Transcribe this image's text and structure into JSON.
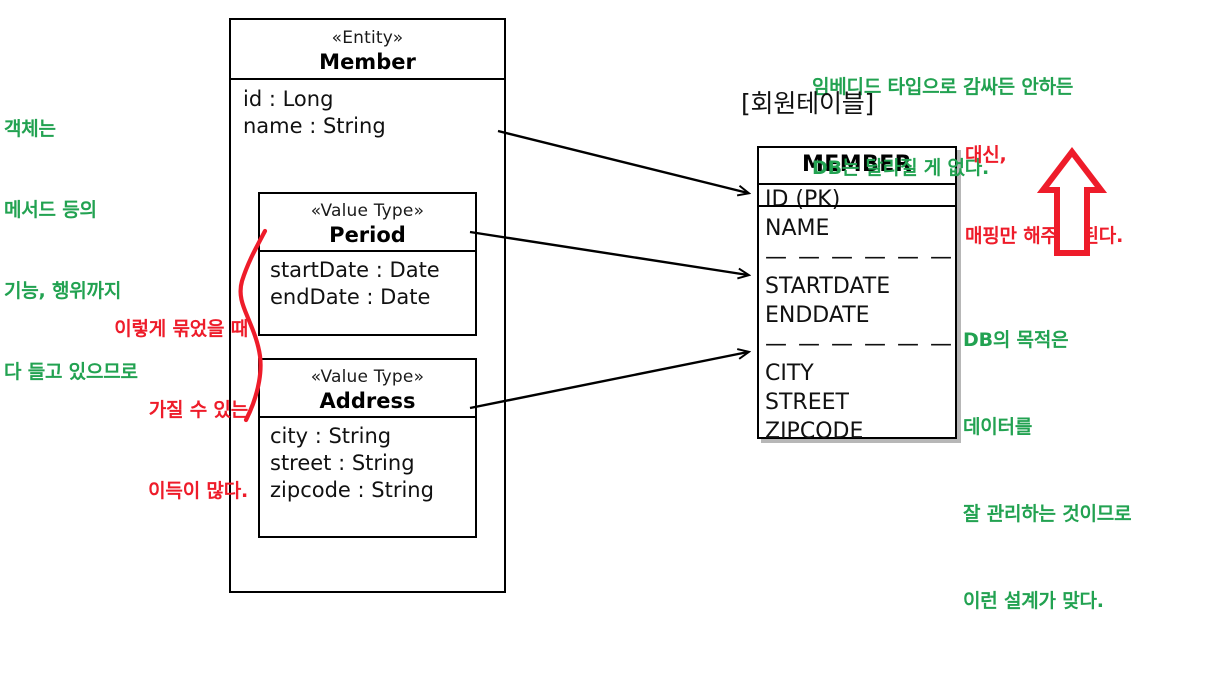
{
  "diagram": {
    "title_label": "[회원테이블]",
    "colors": {
      "green": "#22a251",
      "red": "#ee1c2a",
      "line": "#000000",
      "shadow": "#aaaaaa"
    },
    "uml_classes": [
      {
        "id": "member",
        "stereotype": "«Entity»",
        "name": "Member",
        "attributes": [
          "id : Long",
          "name : String"
        ]
      },
      {
        "id": "period",
        "stereotype": "«Value Type»",
        "name": "Period",
        "attributes": [
          "startDate : Date",
          "endDate : Date"
        ]
      },
      {
        "id": "address",
        "stereotype": "«Value Type»",
        "name": "Address",
        "attributes": [
          "city : String",
          "street : String",
          "zipcode : String"
        ]
      }
    ],
    "db_table": {
      "name": "MEMBER",
      "rows": [
        "ID (PK)",
        "NAME",
        "— — — — — —",
        "STARTDATE",
        "ENDDATE",
        "— — — — — —",
        "CITY",
        "STREET",
        "ZIPCODE"
      ]
    },
    "annotations": {
      "object_note": {
        "color": "green",
        "lines": [
          "객체는",
          "메서드 등의",
          "기능, 행위까지",
          "다 들고 있으므로"
        ]
      },
      "grouping_note": {
        "color": "red",
        "lines": [
          "이렇게 묶었을 때",
          "가질 수 있는",
          "이득이 많다."
        ]
      },
      "embedded_note": {
        "color": "green",
        "lines": [
          "임베디드 타입으로 감싸든 안하든",
          "DB는 달라질 게 없다."
        ]
      },
      "instead_note": {
        "color": "red",
        "lines": [
          "대신,",
          "매핑만 해주면 된다."
        ]
      },
      "db_purpose_note": {
        "color": "green",
        "lines": [
          "DB의 목적은",
          "데이터를",
          "잘 관리하는 것이므로",
          "이런 설계가 맞다."
        ]
      }
    },
    "connectors": [
      {
        "name": "member-to-id",
        "from": "Member attributes",
        "to": "ID (PK)"
      },
      {
        "name": "period-to-dates",
        "from": "Period",
        "to": "STARTDATE"
      },
      {
        "name": "address-to-address-cols",
        "from": "Address",
        "to": "CITY"
      }
    ]
  }
}
